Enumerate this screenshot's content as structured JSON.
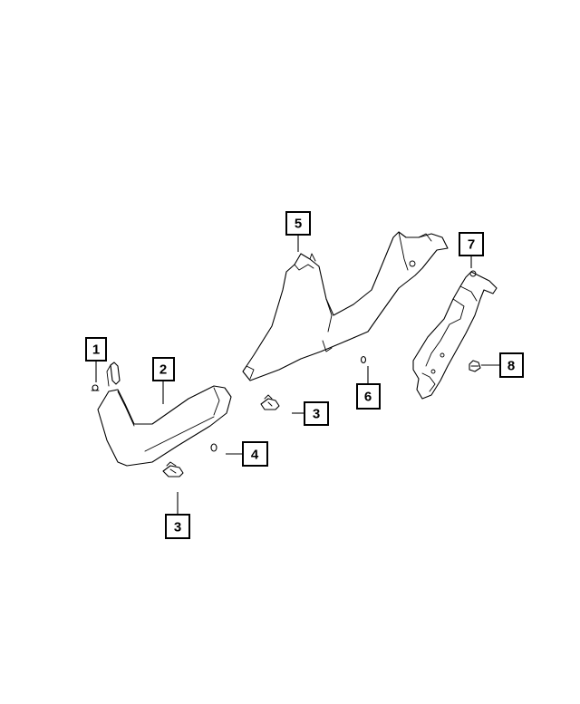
{
  "callouts": [
    {
      "id": "c1",
      "label": "1"
    },
    {
      "id": "c2",
      "label": "2"
    },
    {
      "id": "c3a",
      "label": "3"
    },
    {
      "id": "c3b",
      "label": "3"
    },
    {
      "id": "c4",
      "label": "4"
    },
    {
      "id": "c5",
      "label": "5"
    },
    {
      "id": "c6",
      "label": "6"
    },
    {
      "id": "c7",
      "label": "7"
    },
    {
      "id": "c8",
      "label": "8"
    }
  ],
  "colors": {
    "line": "#000000",
    "background": "#ffffff"
  }
}
